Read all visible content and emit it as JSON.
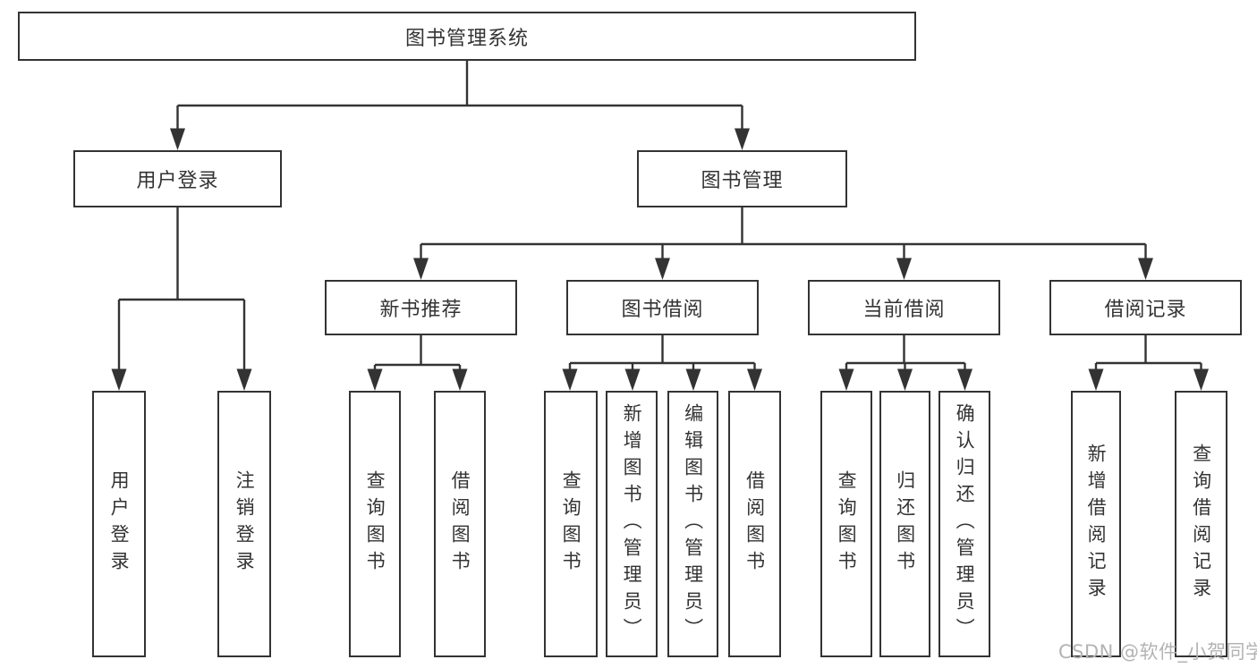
{
  "diagram_title": "图书管理系统",
  "tree": {
    "label": "图书管理系统",
    "children": [
      {
        "label": "用户登录",
        "children": [
          {
            "label": "用户登录"
          },
          {
            "label": "注销登录"
          }
        ]
      },
      {
        "label": "图书管理",
        "children": [
          {
            "label": "新书推荐",
            "children": [
              {
                "label": "查询图书"
              },
              {
                "label": "借阅图书"
              }
            ]
          },
          {
            "label": "图书借阅",
            "children": [
              {
                "label": "查询图书"
              },
              {
                "label": "新增图书（管理员）"
              },
              {
                "label": "编辑图书（管理员）"
              },
              {
                "label": "借阅图书"
              }
            ]
          },
          {
            "label": "当前借阅",
            "children": [
              {
                "label": "查询图书"
              },
              {
                "label": "归还图书"
              },
              {
                "label": "确认归还（管理员）"
              }
            ]
          },
          {
            "label": "借阅记录",
            "children": [
              {
                "label": "新增借阅记录"
              },
              {
                "label": "查询借阅记录"
              }
            ]
          }
        ]
      }
    ]
  },
  "watermark": {
    "text": "CSDN @软件_小贺同学",
    "color": "#b3b3b3"
  },
  "colors": {
    "line": "#333333",
    "text": "#333333",
    "background": "#ffffff"
  }
}
